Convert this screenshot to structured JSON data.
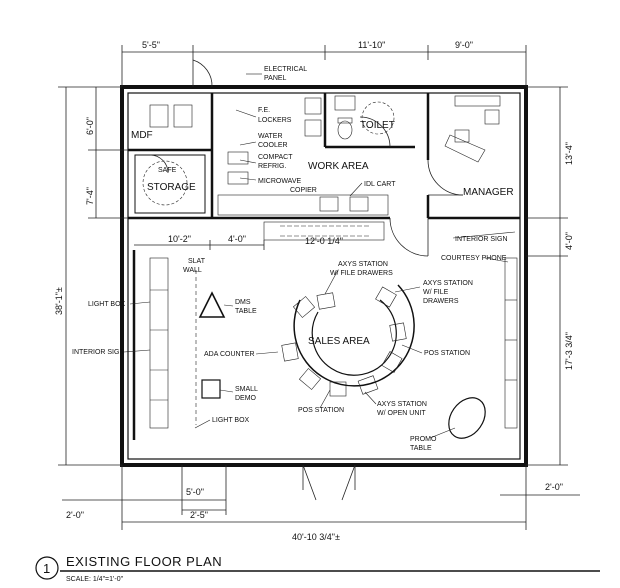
{
  "dims": {
    "top_left": "5'-5\"",
    "top_mid": "11'-10\"",
    "top_right": "9'-0\"",
    "left_upper": "6'-0\"",
    "left_mid": "7'-4\"",
    "left_total": "38'-1\"±",
    "right_upper": "13'-4\"",
    "right_mid": "4'-0\"",
    "right_lower": "17'-3 3/4\"",
    "inner_left": "10'-2\"",
    "inner_mid": "4'-0\"",
    "inner_counter": "12'-0 1/4\"",
    "bottom_a": "5'-0\"",
    "bottom_b": "2'-5\"",
    "bottom_left": "2'-0\"",
    "bottom_right": "2'-0\"",
    "bottom_total": "40'-10 3/4\"±"
  },
  "rooms": {
    "mdf": "MDF",
    "storage": "STORAGE",
    "safe": "SAFE",
    "toilet": "TOILET",
    "work_area": "WORK AREA",
    "manager": "MANAGER",
    "sales_area": "SALES AREA"
  },
  "labels": {
    "electrical_panel_1": "ELECTRICAL",
    "electrical_panel_2": "PANEL",
    "fe_lockers_1": "F.E.",
    "fe_lockers_2": "LOCKERS",
    "water_cooler_1": "WATER",
    "water_cooler_2": "COOLER",
    "compact_refrig_1": "COMPACT",
    "compact_refrig_2": "REFRIG.",
    "microwave": "MICROWAVE",
    "copier": "COPIER",
    "idl_cart": "IDL CART",
    "interior_sign_right": "INTERIOR SIGN",
    "courtesy_phone": "COURTESY PHONE",
    "slat_wall_1": "SLAT",
    "slat_wall_2": "WALL",
    "axys_drawers_1": "AXYS STATION",
    "axys_drawers_2": "W/ FILE DRAWERS",
    "axys_drawers_r1": "AXYS STATION",
    "axys_drawers_r2": "W/ FILE",
    "axys_drawers_r3": "DRAWERS",
    "light_box_upper": "LIGHT BOX",
    "dms_table_1": "DMS",
    "dms_table_2": "TABLE",
    "interior_sign_left": "INTERIOR SIGN",
    "ada_counter": "ADA COUNTER",
    "pos_station_right": "POS STATION",
    "small_demo_1": "SMALL",
    "small_demo_2": "DEMO",
    "pos_station_bottom": "POS STATION",
    "axys_open_1": "AXYS STATION",
    "axys_open_2": "W/ OPEN UNIT",
    "light_box_lower": "LIGHT BOX",
    "promo_table_1": "PROMO",
    "promo_table_2": "TABLE"
  },
  "title": {
    "number": "1",
    "text": "EXISTING FLOOR PLAN",
    "scale": "SCALE: 1/4\"=1'-0\""
  }
}
